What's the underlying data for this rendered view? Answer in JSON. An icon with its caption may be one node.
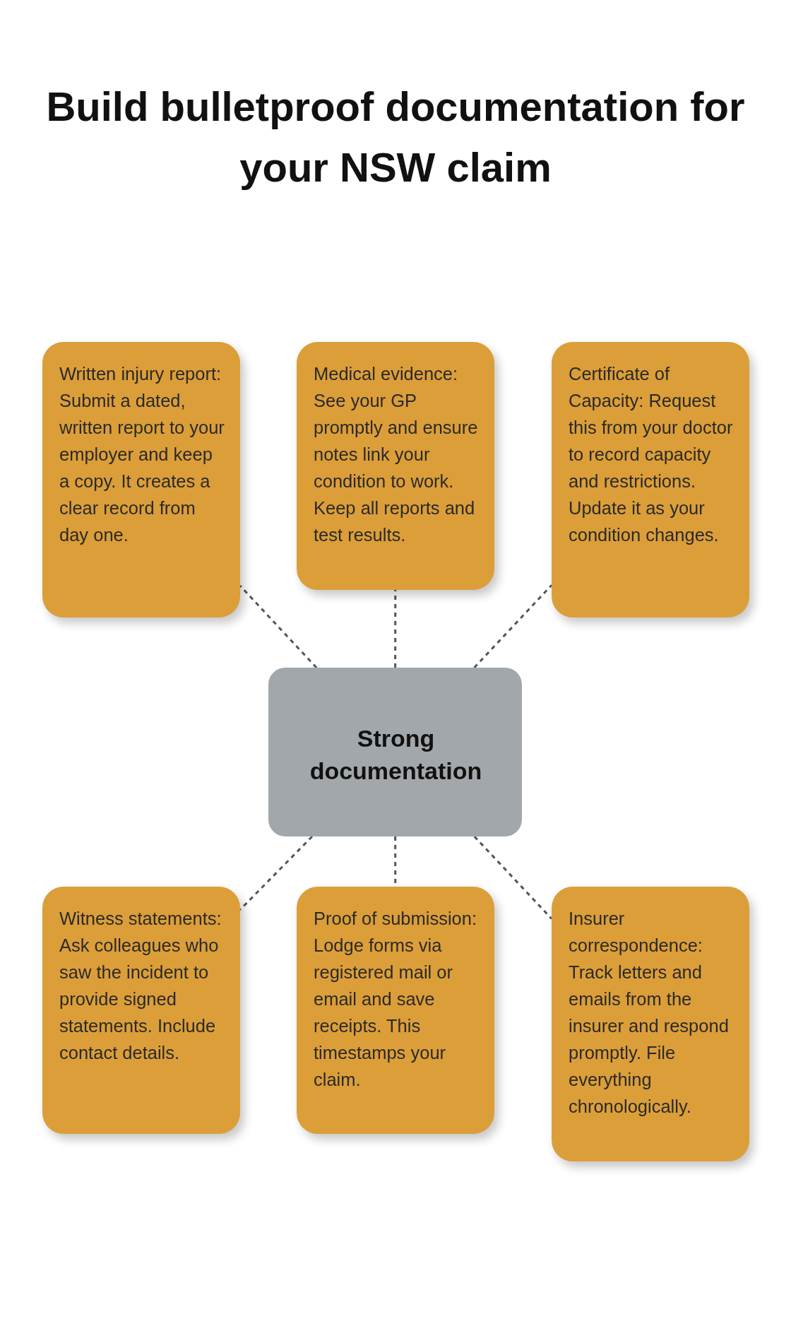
{
  "diagram": {
    "title": "Build bulletproof documentation for your NSW claim",
    "nodes": [
      {
        "text": [
          "Written injury report: Submit a dated, written report to your employer and keep a copy. It creates a clear record from day one."
        ]
      },
      {
        "text": [
          "Medical evidence: See your GP promptly and ensure notes link your condition to work. Keep all reports and test results."
        ]
      },
      {
        "text": [
          "Certificate of Capacity: Request this from your doctor to record capacity and restrictions. Update it as your condition changes."
        ]
      },
      {
        "text": [
          "Strong documentation"
        ]
      },
      {
        "text": [
          "Witness statements: Ask colleagues who saw the incident to provide signed statements. Include contact details."
        ]
      },
      {
        "text": [
          "Proof of submission: Lodge forms via registered mail or email and save receipts. This timestamps your claim."
        ]
      },
      {
        "text": [
          "Insurer correspondence: Track letters and emails from the insurer and respond promptly. File everything chronologically."
        ]
      }
    ],
    "edges": [
      {
        "from": 3,
        "to": 0,
        "arrow": "none",
        "style": "dashed"
      },
      {
        "from": 3,
        "to": 1,
        "arrow": "none",
        "style": "dashed"
      },
      {
        "from": 3,
        "to": 2,
        "arrow": "none",
        "style": "dashed"
      },
      {
        "from": 3,
        "to": 4,
        "arrow": "none",
        "style": "dashed"
      },
      {
        "from": 3,
        "to": 5,
        "arrow": "none",
        "style": "dashed"
      },
      {
        "from": 3,
        "to": 6,
        "arrow": "none",
        "style": "dashed"
      }
    ]
  }
}
